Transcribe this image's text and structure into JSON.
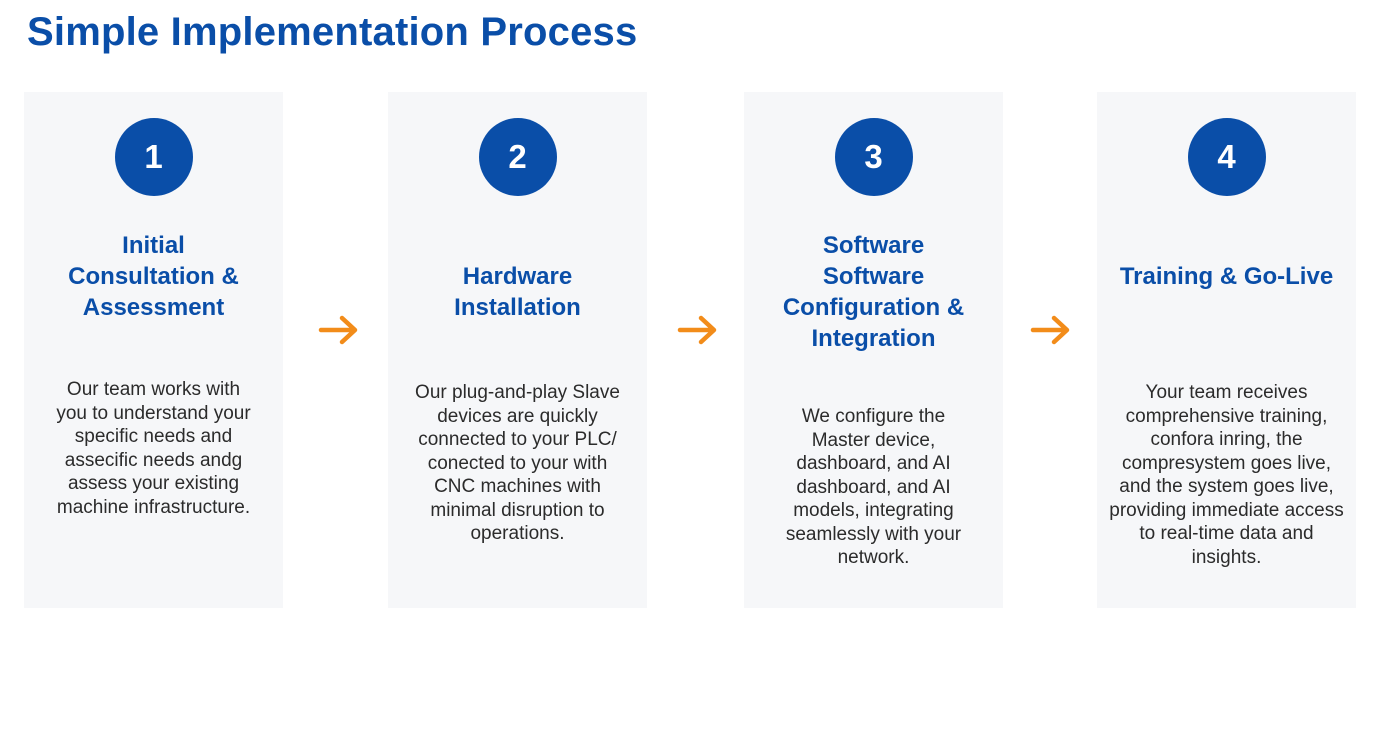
{
  "title": "Simple Implementation Process",
  "colors": {
    "accent_blue": "#0a4ea8",
    "arrow_orange": "#f28c1a",
    "card_background": "#f6f7f9",
    "body_text": "#2b2b2b"
  },
  "steps": [
    {
      "number": "1",
      "title_lines": [
        "Initial",
        "Consultation &",
        "Assessment"
      ],
      "description_lines": [
        "Our team works with",
        "you to understand your",
        "specific needs and",
        "assecific needs andg",
        "assess your existing",
        "machine infrastructure."
      ]
    },
    {
      "number": "2",
      "title_lines": [
        "Hardware",
        "Installation"
      ],
      "description_lines": [
        "Our plug-and-play Slave",
        "devices are quickly",
        "connected to your PLC/",
        "conected to your with",
        "CNC machines with",
        "minimal disruption to",
        "operations."
      ]
    },
    {
      "number": "3",
      "title_lines": [
        "Software",
        "Software",
        "Configuration &",
        "Integration"
      ],
      "description_lines": [
        "We configure the",
        "Master device,",
        "dashboard, and AI",
        "dashboard, and AI",
        "models, integrating",
        "seamlessly with your",
        "network."
      ]
    },
    {
      "number": "4",
      "title_lines": [
        "Training & Go-Live"
      ],
      "description_lines": [
        "Your team receives",
        "comprehensive training,",
        "confora inring, the",
        "compresystem goes live,",
        "and the system goes live,",
        "providing immediate access",
        "to real-time data and",
        "insights."
      ]
    }
  ],
  "connector_icon": "arrow-right-icon"
}
